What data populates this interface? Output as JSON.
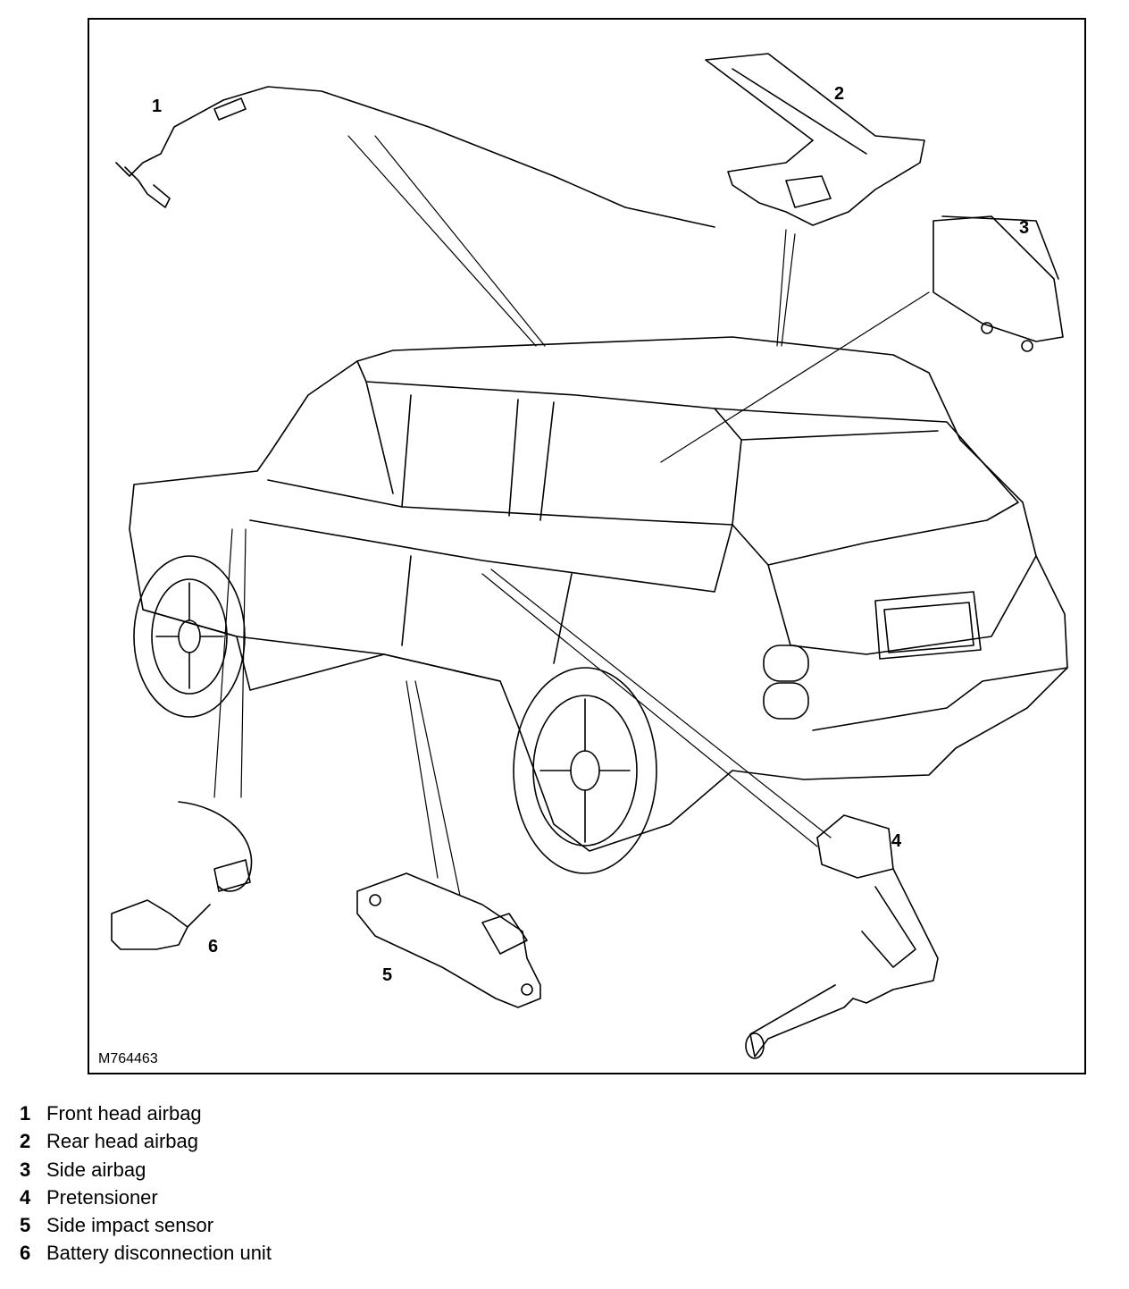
{
  "diagram": {
    "figure_ref": "M764463",
    "callouts": [
      {
        "number": "1"
      },
      {
        "number": "2"
      },
      {
        "number": "3"
      },
      {
        "number": "4"
      },
      {
        "number": "5"
      },
      {
        "number": "6"
      }
    ]
  },
  "legend": [
    {
      "number": "1",
      "label": "Front head airbag"
    },
    {
      "number": "2",
      "label": "Rear head airbag"
    },
    {
      "number": "3",
      "label": "Side airbag"
    },
    {
      "number": "4",
      "label": "Pretensioner"
    },
    {
      "number": "5",
      "label": "Side impact sensor"
    },
    {
      "number": "6",
      "label": "Battery disconnection unit"
    }
  ]
}
